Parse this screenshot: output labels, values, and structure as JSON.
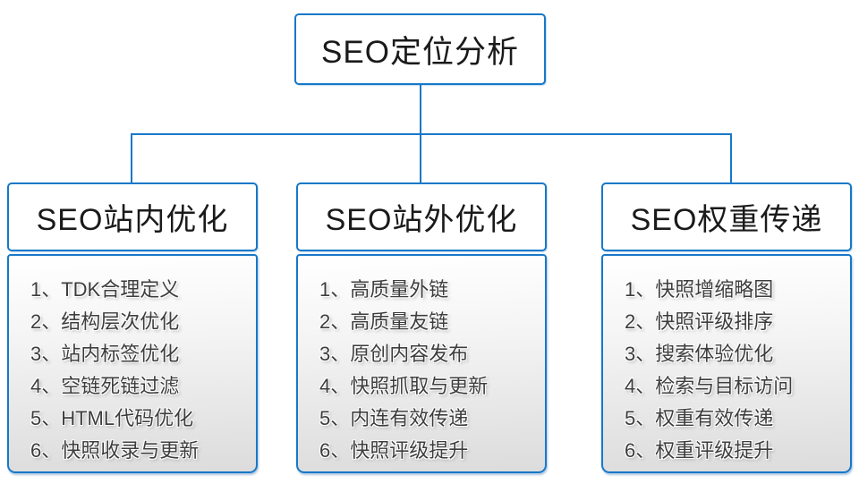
{
  "root": {
    "label": "SEO定位分析"
  },
  "colors": {
    "line_blue": "#1778c8",
    "text_dark": "#1a1a1a",
    "list_text": "#3d3d3d"
  },
  "columns": [
    {
      "title": "SEO站内优化",
      "items": [
        "1、TDK合理定义",
        "2、结构层次优化",
        "3、站内标签优化",
        "4、空链死链过滤",
        "5、HTML代码优化",
        "6、快照收录与更新"
      ]
    },
    {
      "title": "SEO站外优化",
      "items": [
        "1、高质量外链",
        "2、高质量友链",
        "3、原创内容发布",
        "4、快照抓取与更新",
        "5、内连有效传递",
        "6、快照评级提升"
      ]
    },
    {
      "title": "SEO权重传递",
      "items": [
        "1、快照增缩略图",
        "2、快照评级排序",
        "3、搜索体验优化",
        "4、检索与目标访问",
        "5、权重有效传递",
        "6、权重评级提升"
      ]
    }
  ]
}
